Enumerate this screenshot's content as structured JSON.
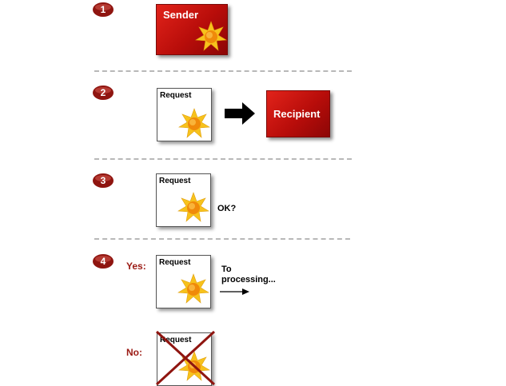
{
  "steps": [
    {
      "number": "1"
    },
    {
      "number": "2"
    },
    {
      "number": "3"
    },
    {
      "number": "4"
    }
  ],
  "sender": {
    "label": "Sender"
  },
  "recipient": {
    "label": "Recipient"
  },
  "request": {
    "label": "Request"
  },
  "step3": {
    "question": "OK?"
  },
  "step4": {
    "yes_label": "Yes:",
    "no_label": "No:",
    "to_processing": "To processing..."
  },
  "colors": {
    "accent_red": "#c8150f",
    "label_red": "#9b1a14",
    "sun_yellow": "#f7c21c",
    "sun_orange": "#f08a0a",
    "separator": "#b8b8b8"
  },
  "icons": [
    "step-badge-icon",
    "sun-icon",
    "right-arrow-icon",
    "cross-icon"
  ]
}
